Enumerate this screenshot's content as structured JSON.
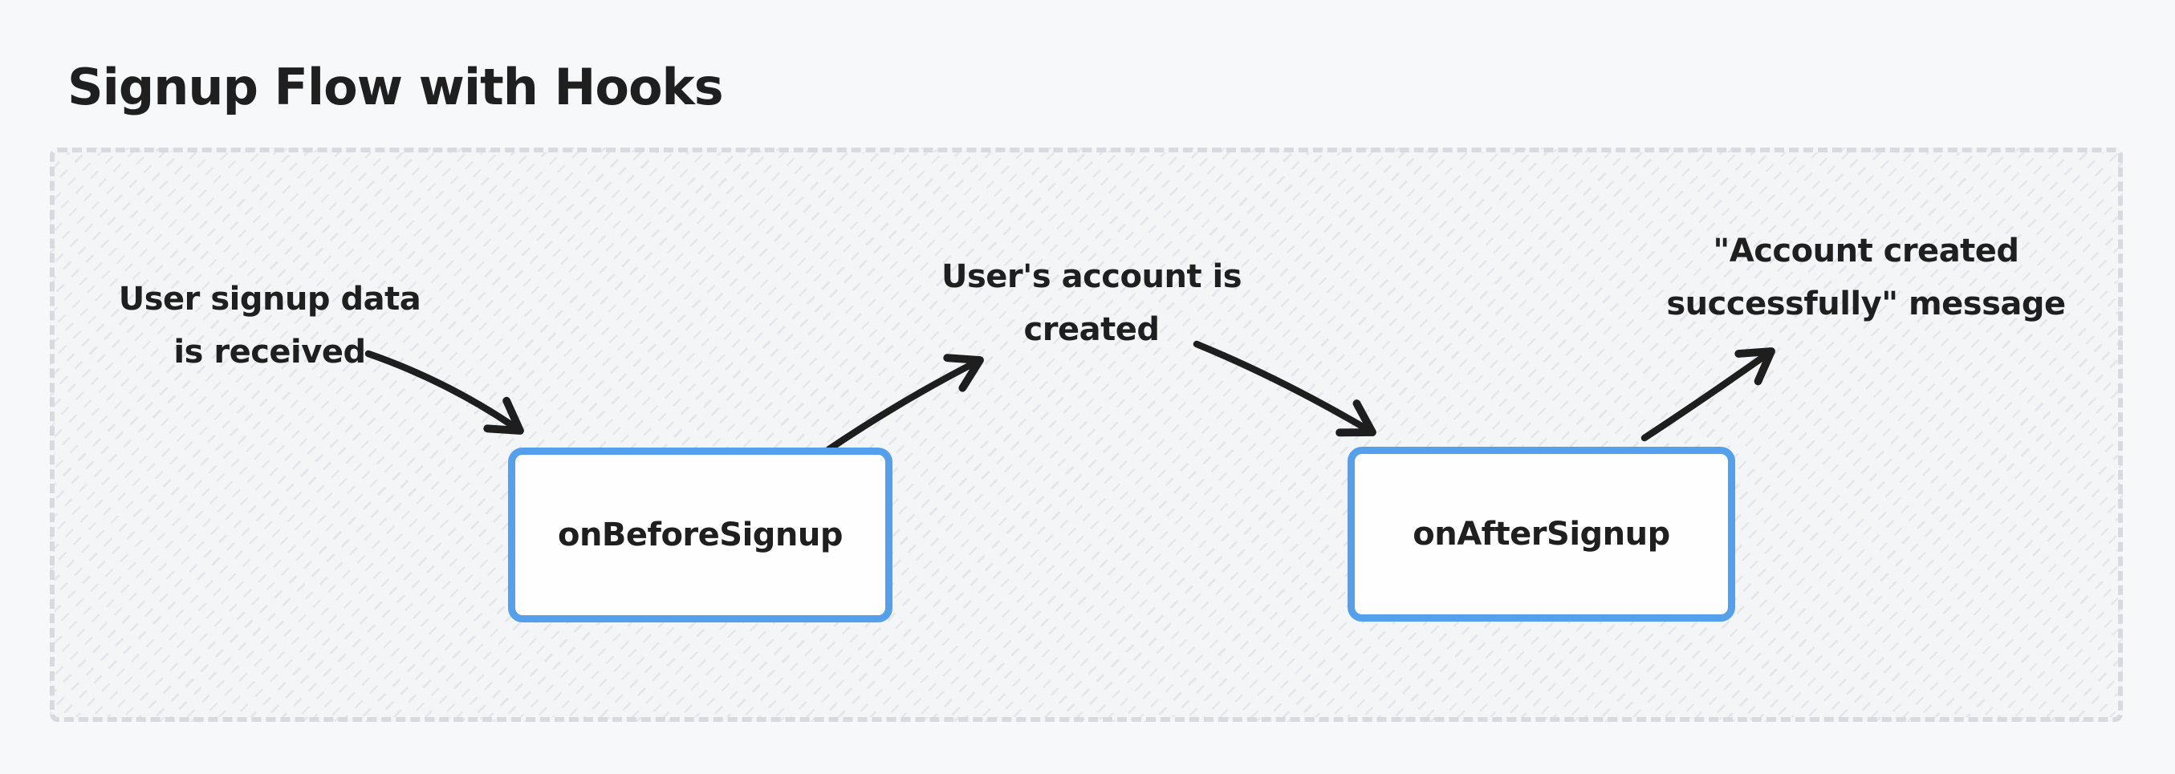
{
  "page": {
    "title": "Signup Flow with Hooks"
  },
  "colors": {
    "background": "#f7f8fa",
    "ink": "#1f1f1f",
    "accent_blue": "#54a0ec",
    "frame_dash": "#d7dade",
    "hatch_line": "#e3e6ea",
    "hatch_base": "#f4f5f7",
    "node_fill": "#fefefe"
  },
  "diagram": {
    "nodes": [
      {
        "id": "on-before-signup",
        "label": "onBeforeSignup"
      },
      {
        "id": "on-after-signup",
        "label": "onAfterSignup"
      }
    ],
    "annotations": [
      {
        "id": "signup-data-received",
        "line1": "User signup data",
        "line2": "is received"
      },
      {
        "id": "account-created",
        "line1": "User's account is",
        "line2": "created"
      },
      {
        "id": "success-message",
        "line1": "\"Account created",
        "line2": "successfully\" message"
      }
    ],
    "edges": [
      {
        "from": "signup-data-received",
        "to": "on-before-signup"
      },
      {
        "from": "on-before-signup",
        "to": "account-created"
      },
      {
        "from": "account-created",
        "to": "on-after-signup"
      },
      {
        "from": "on-after-signup",
        "to": "success-message"
      }
    ]
  }
}
